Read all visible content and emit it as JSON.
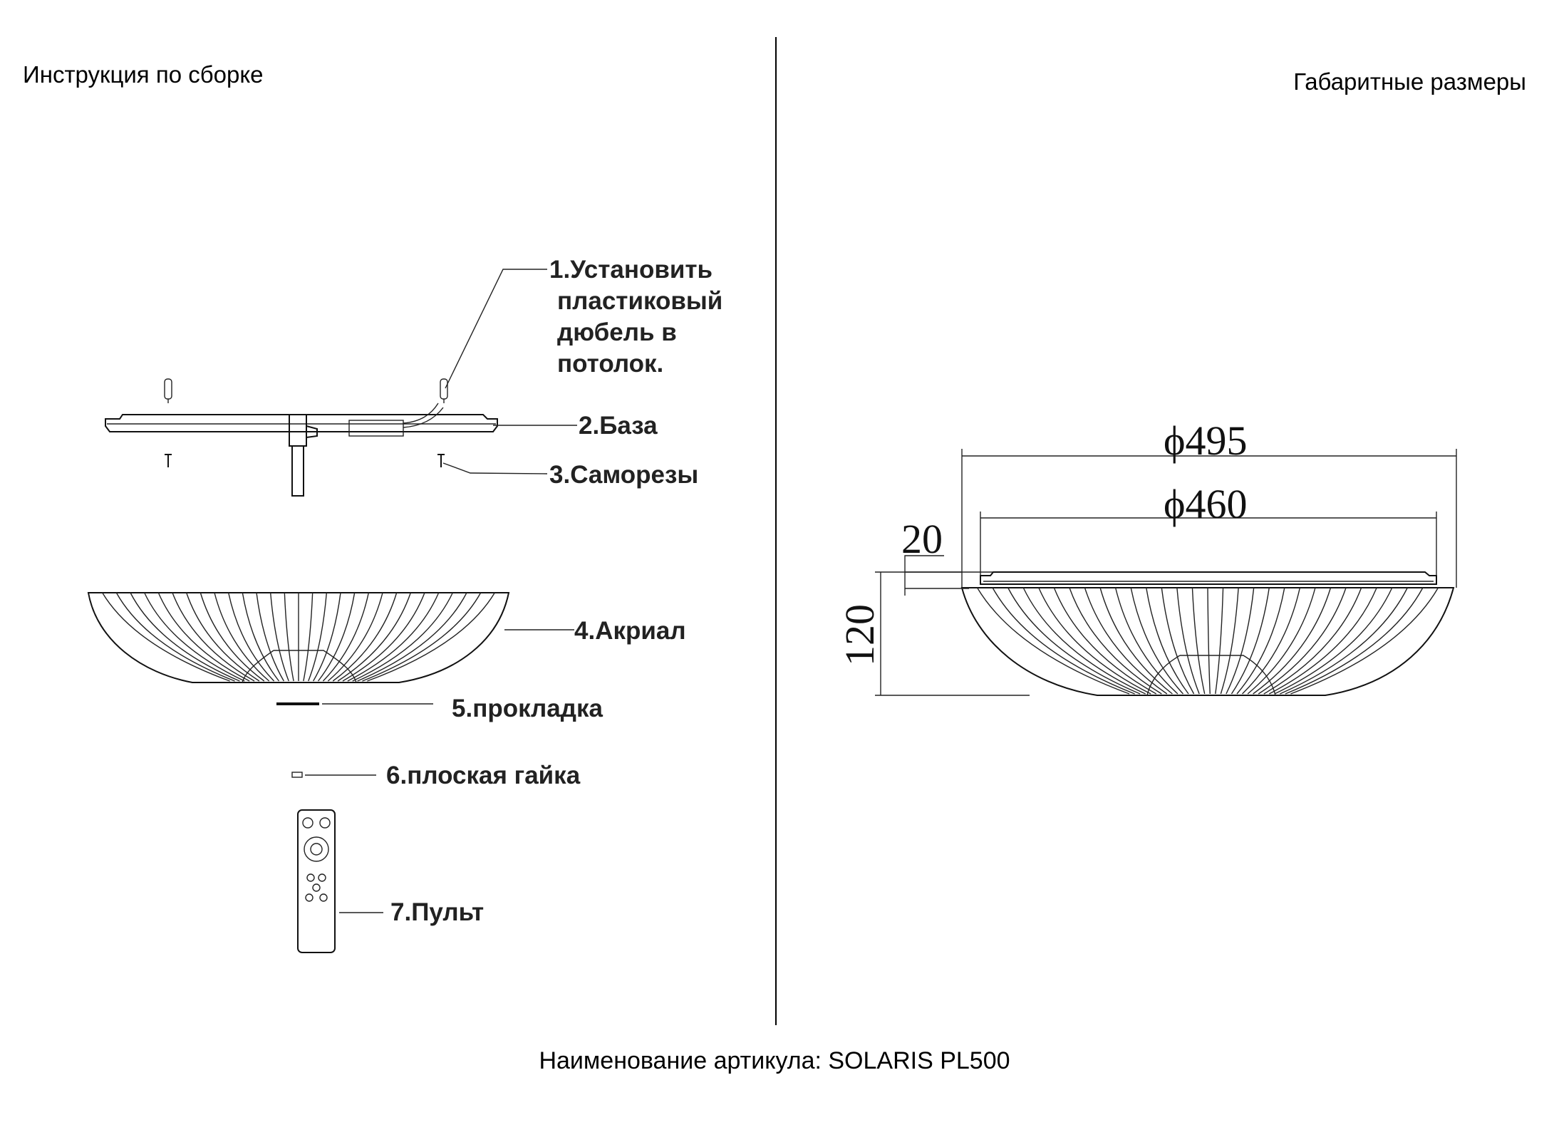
{
  "headings": {
    "left": "Инструкция по сборке",
    "right": "Габаритные размеры"
  },
  "footer": "Наименование артикула: SOLARIS PL500",
  "assembly_labels": {
    "step1_line1": "1.Установить",
    "step1_line2": "пластиковый",
    "step1_line3": "дюбель в",
    "step1_line4": "потолок.",
    "step2": "2.База",
    "step3": "3.Саморезы",
    "step4": "4.Акриал",
    "step5": "5.прокладка",
    "step6": "6.плоская гайка",
    "step7": "7.Пульт"
  },
  "dimensions": {
    "outer_diameter": "ϕ495",
    "inner_diameter": "ϕ460",
    "base_height": "20",
    "total_height": "120"
  }
}
